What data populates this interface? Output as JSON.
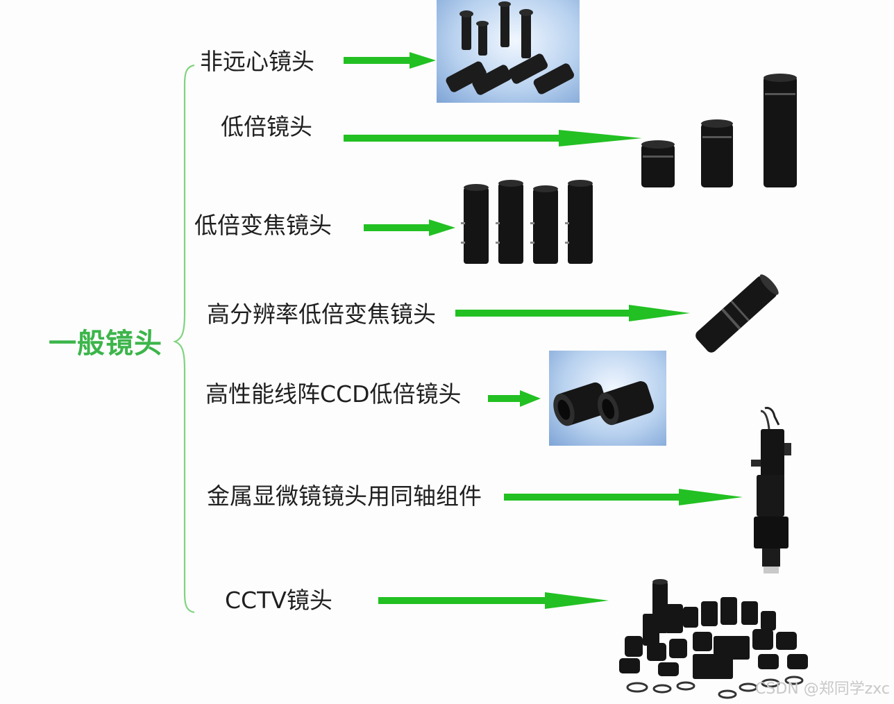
{
  "main_label": "一般镜头",
  "items": [
    {
      "label": "非远心镜头"
    },
    {
      "label": "低倍镜头"
    },
    {
      "label": "低倍变焦镜头"
    },
    {
      "label": "高分辨率低倍变焦镜头"
    },
    {
      "label": "高性能线阵CCD低倍镜头"
    },
    {
      "label": "金属显微镜镜头用同轴组件"
    },
    {
      "label": "CCTV镜头"
    }
  ],
  "watermark": "CSDN @郑同学zxc",
  "colors": {
    "main_label": "#3cb54a",
    "brace": "#7fd47f",
    "arrow": "#22c022",
    "photo_bg": "#b9d2ef"
  }
}
